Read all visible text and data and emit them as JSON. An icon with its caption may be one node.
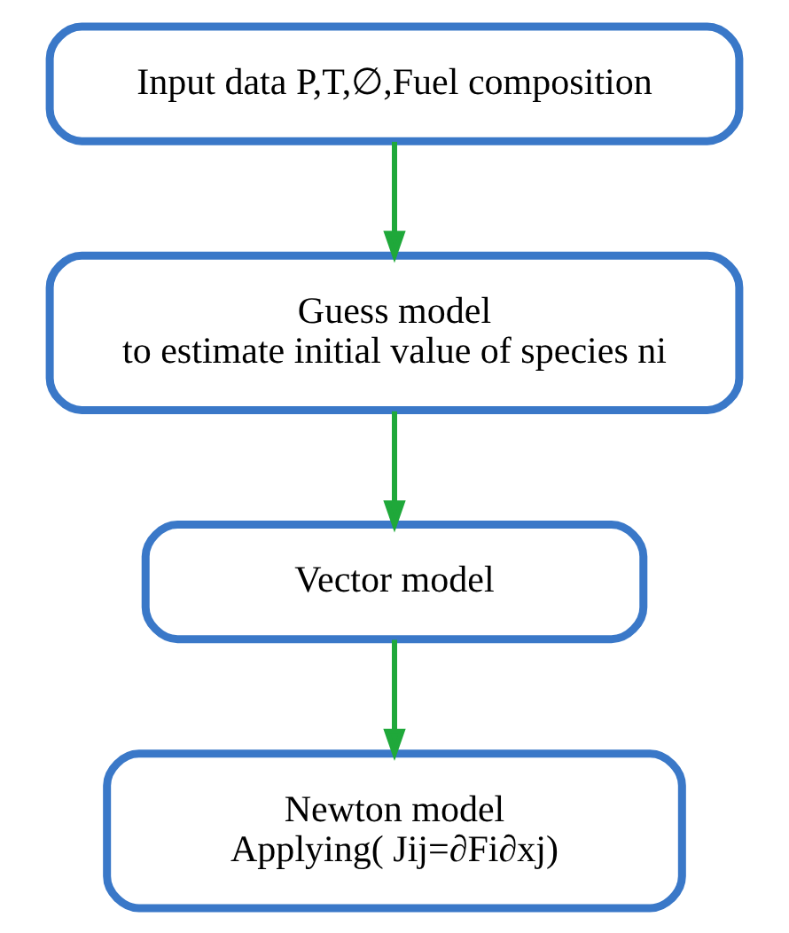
{
  "diagram": {
    "nodes": [
      {
        "text": [
          "Input data P,T,∅,Fuel composition"
        ]
      },
      {
        "text": [
          "Guess model",
          "to estimate initial value of species ni"
        ]
      },
      {
        "text": [
          "Vector model"
        ]
      },
      {
        "text": [
          "Newton model",
          "Applying( Jij=∂Fi∂xj)"
        ]
      }
    ],
    "edges": [
      {
        "from": 0,
        "to": 1,
        "arrow": "to"
      },
      {
        "from": 1,
        "to": 2,
        "arrow": "to"
      },
      {
        "from": 2,
        "to": 3,
        "arrow": "to"
      }
    ]
  }
}
